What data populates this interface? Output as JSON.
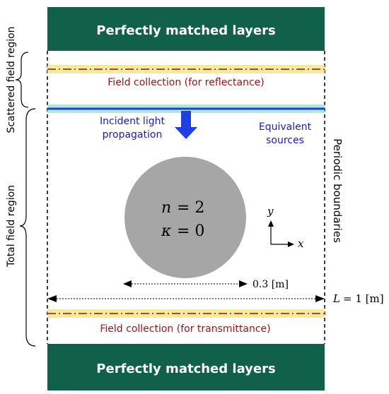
{
  "pml": {
    "top_label": "Perfectly matched layers",
    "bottom_label": "Perfectly matched layers"
  },
  "field_collection": {
    "reflectance": "Field collection (for reflectance)",
    "transmittance": "Field collection (for transmittance)"
  },
  "incident": {
    "line1": "Incident light",
    "line2": "propagation"
  },
  "equivalent": {
    "line1": "Equivalent",
    "line2": "sources"
  },
  "side_labels": {
    "scattered": "Scattered field region",
    "total": "Total field region",
    "periodic": "Periodic boundaries"
  },
  "circle": {
    "n_var": "n",
    "n_eq": "= 2",
    "kappa_var": "κ",
    "kappa_eq": "= 0"
  },
  "axes": {
    "x": "x",
    "y": "y"
  },
  "dimensions": {
    "radius_label": "0.3 [m]",
    "width_var": "L",
    "width_eq": "= 1 [m]"
  },
  "colors": {
    "pml": "#10604a",
    "collection_line": "#8b1a1a",
    "collection_glow": "#f5e88a",
    "source_line": "#1f3fd6",
    "source_glow": "#a8e6d8",
    "label_dark_red": "#a31515",
    "label_blue": "#1a1ad6",
    "arrow_blue": "#1f3fe6",
    "circle_fill": "#a6a6a6"
  }
}
